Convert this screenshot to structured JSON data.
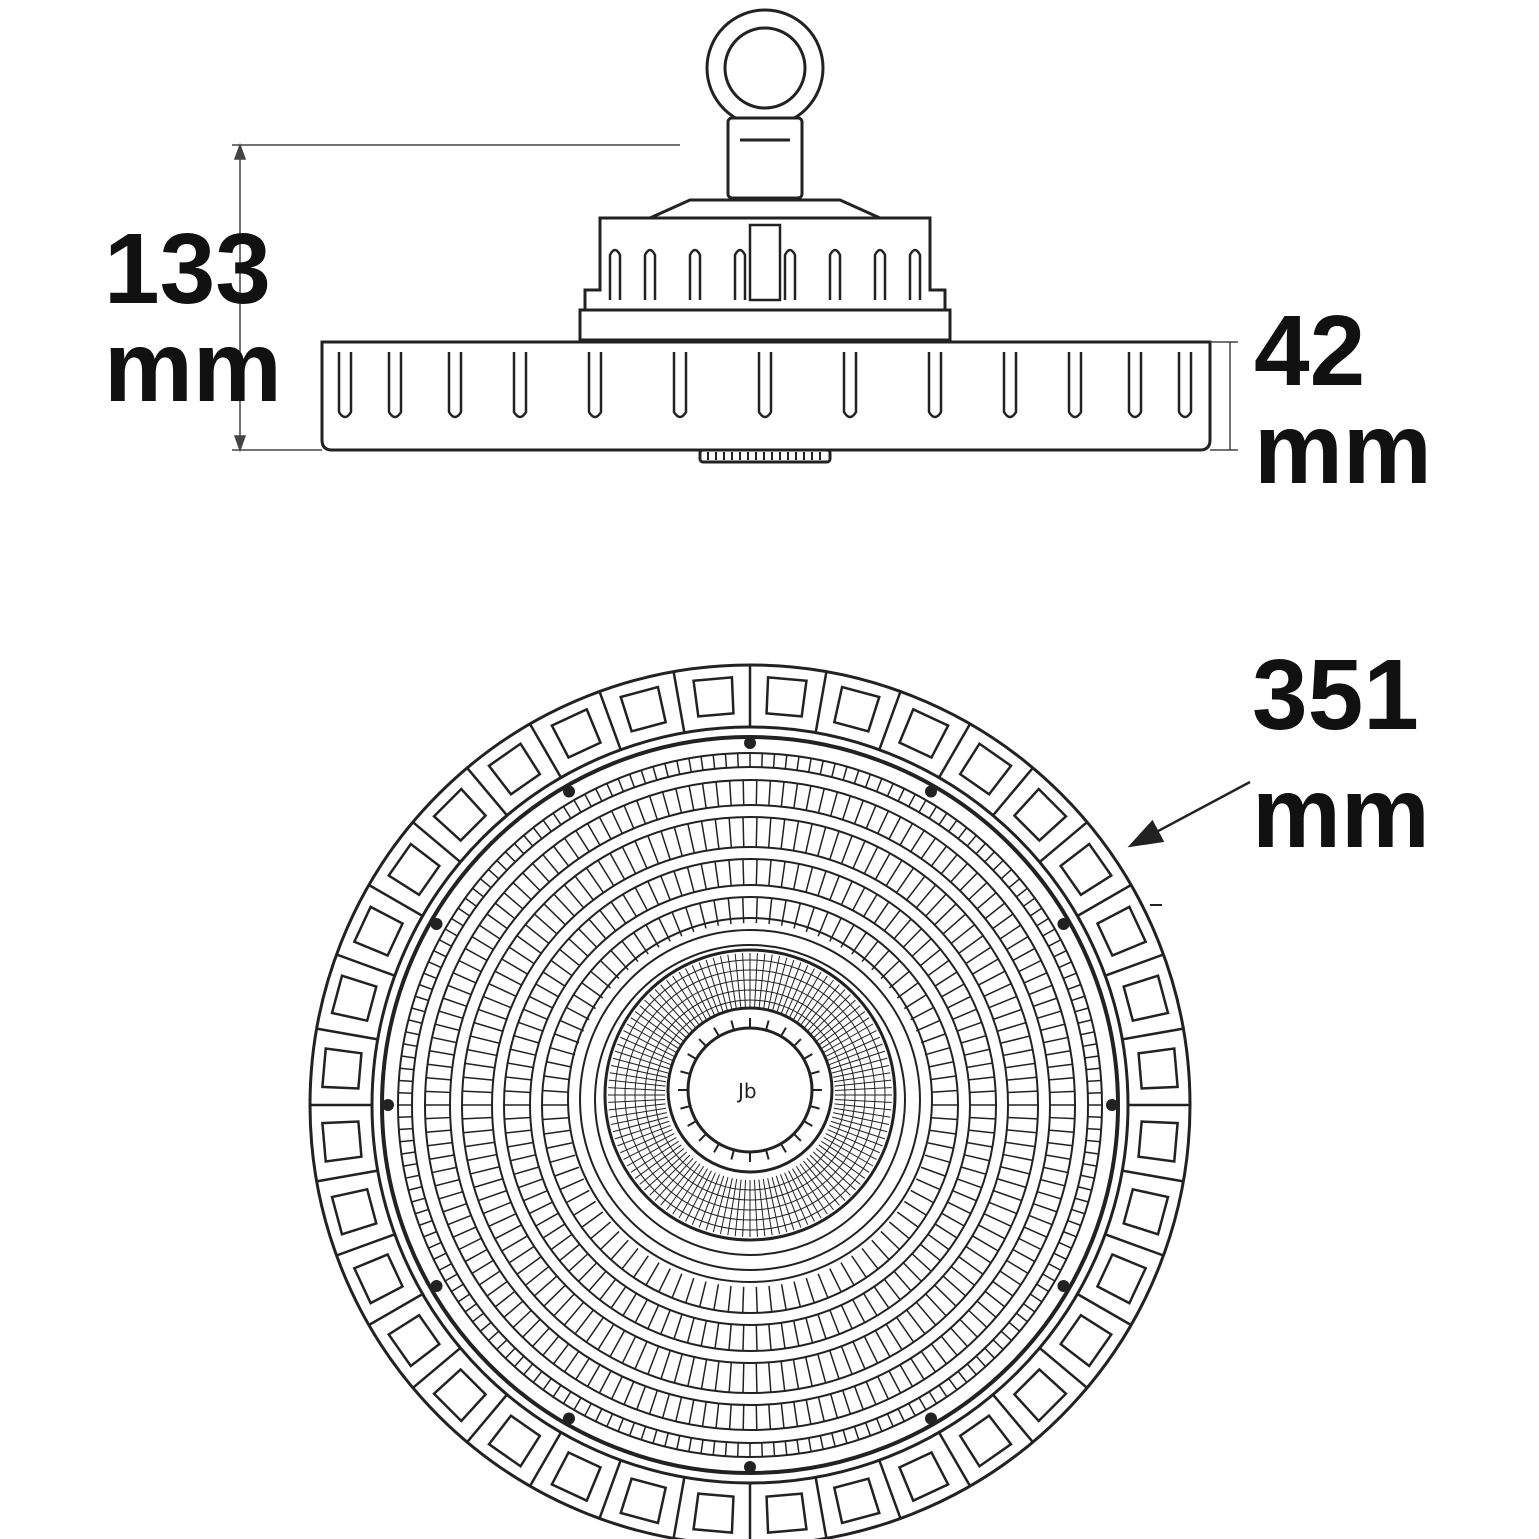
{
  "dimensions": {
    "total_height": {
      "value": "133",
      "unit": "mm"
    },
    "housing_depth": {
      "value": "42",
      "unit": "mm"
    },
    "diameter": {
      "value": "351",
      "unit": "mm"
    }
  },
  "colors": {
    "line": "#222222",
    "fill": "#ffffff",
    "text": "#111111"
  }
}
